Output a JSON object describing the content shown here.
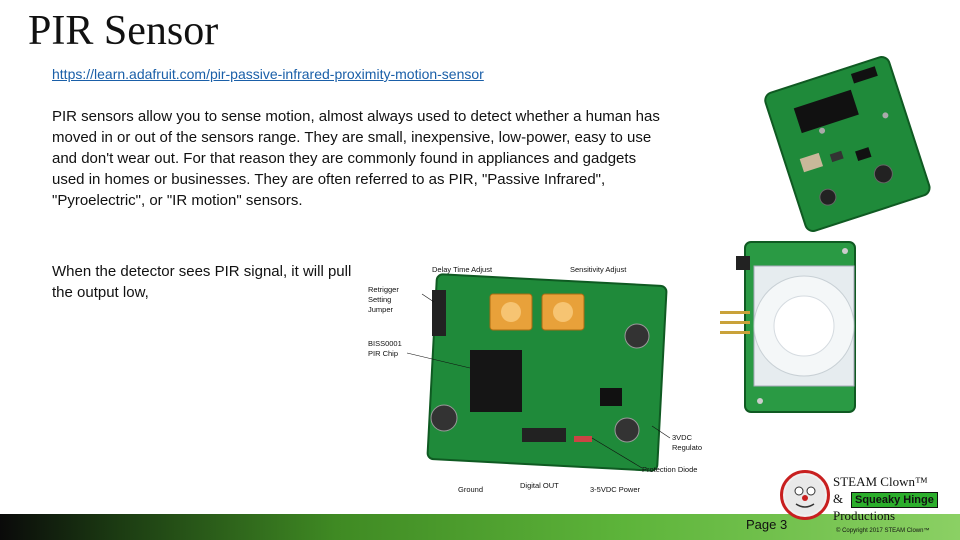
{
  "slide": {
    "title": "PIR Sensor",
    "link": "https://learn.adafruit.com/pir-passive-infrared-proximity-motion-sensor",
    "paragraph1": "PIR sensors allow you to sense motion, almost always used to detect whether a human has moved in or out of the sensors range. They are small, inexpensive, low-power, easy to use and don't wear out. For that reason they are commonly found in appliances and gadgets used in homes or businesses. They are often referred to as PIR, \"Passive Infrared\", \"Pyroelectric\", or \"IR motion\" sensors.",
    "paragraph2": "When the detector sees PIR signal, it will pull the output low,"
  },
  "diagram": {
    "labels": {
      "delay": "Delay Time Adjust",
      "sensitivity": "Sensitivity Adjust",
      "retrigger1": "Retrigger",
      "retrigger2": "Setting",
      "retrigger3": "Jumper",
      "chip1": "BISS0001",
      "chip2": "PIR Chip",
      "reg1": "3VDC",
      "reg2": "Regulator",
      "diode": "Protection Diode",
      "ground": "Ground",
      "digital": "Digital OUT",
      "power": "3-5VDC Power"
    }
  },
  "footer": {
    "page": "Page 3",
    "steam": "STEAM Clown™",
    "amp": "&",
    "squeaky": "Squeaky Hinge",
    "productions": "Productions",
    "copyright": "© Copyright 2017 STEAM Clown™"
  },
  "colors": {
    "pcb": "#1f8a3a",
    "pcb_dark": "#0f5a22",
    "link": "#1a5fa8",
    "footer_green": "#5db43a",
    "logo_ring": "#c82020"
  }
}
